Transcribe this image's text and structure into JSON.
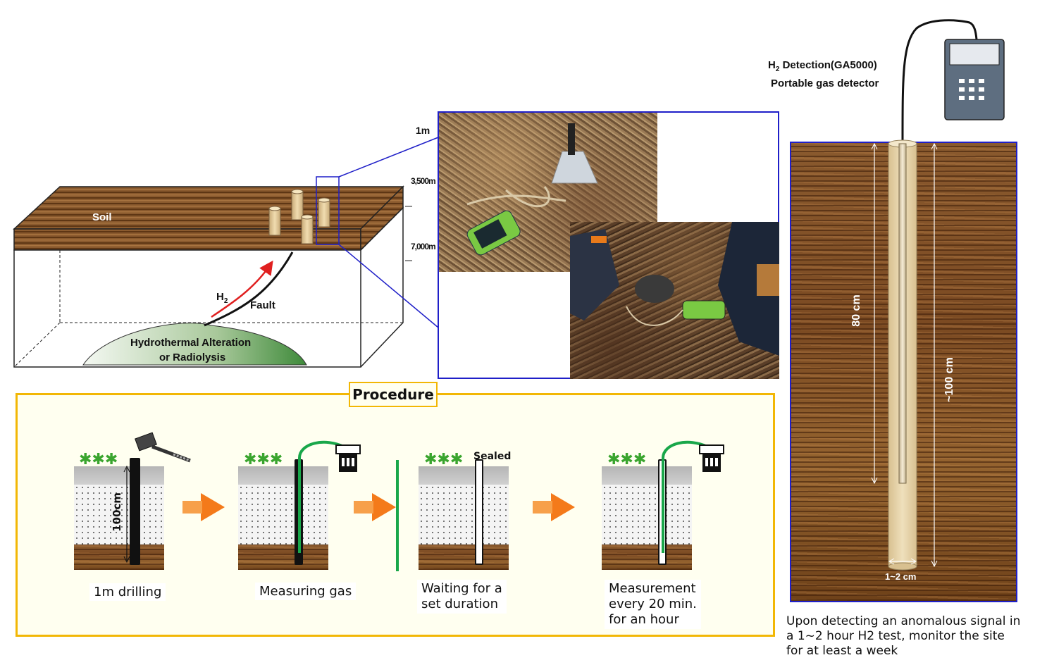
{
  "diagram": {
    "labels": {
      "soil": "Soil",
      "h2": "H",
      "h2_sub": "2",
      "fault": "Fault",
      "hydrothermal_line1": "Hydrothermal Alteration",
      "hydrothermal_line2": "or Radiolysis",
      "depth_1m": "1m",
      "depth_3500": "3,500m",
      "depth_7000": "7,000m"
    },
    "detector": {
      "line1_prefix": "H",
      "line1_sub": "2",
      "line1_rest": " Detection(GA5000)",
      "line2": "Portable gas detector"
    },
    "well": {
      "len_inner": "80 cm",
      "len_outer": "~100 cm",
      "diameter": "1~2 cm"
    },
    "note": {
      "line1": "Upon detecting an anomalous signal in",
      "line2": "a 1~2 hour H2 test, monitor the site",
      "line3": "for at least a week"
    },
    "procedure": {
      "title": "Procedure",
      "depth_label": "100cm",
      "sealed": "Sealed",
      "steps": [
        {
          "label_line1": "1m drilling",
          "label_line2": "",
          "label_line3": ""
        },
        {
          "label_line1": "Measuring gas",
          "label_line2": "",
          "label_line3": ""
        },
        {
          "label_line1": "Waiting for a",
          "label_line2": "set duration",
          "label_line3": ""
        },
        {
          "label_line1": "Measurement",
          "label_line2": "every 20 min.",
          "label_line3": "for an hour"
        }
      ]
    },
    "colors": {
      "frame_blue": "#1f1fc8",
      "procedure_border": "#f2b705",
      "procedure_bg": "#fffff0",
      "arrow_orange": "#f47a1a",
      "tube_green": "#19a74a"
    }
  }
}
